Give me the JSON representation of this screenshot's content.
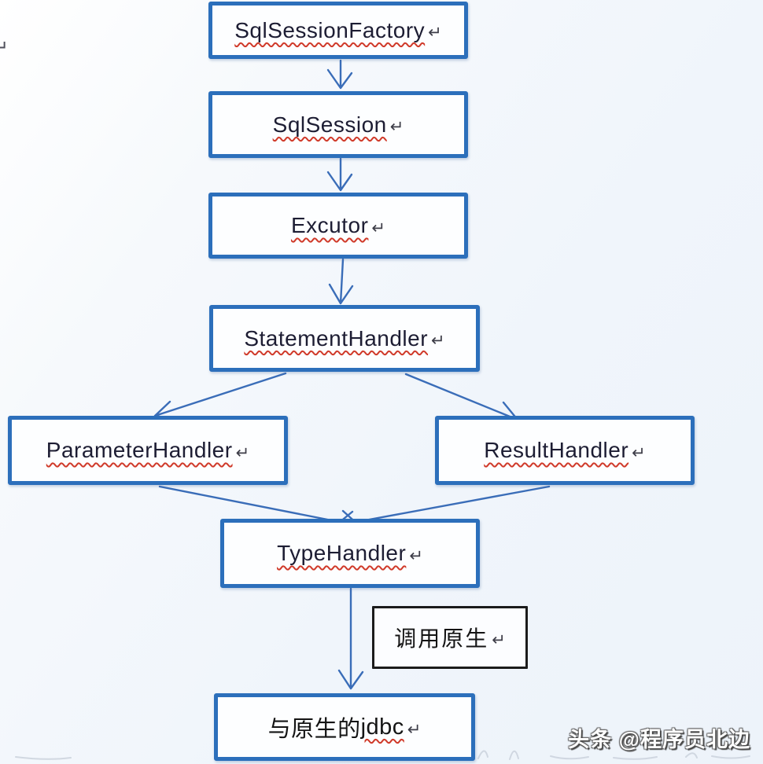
{
  "diagram": {
    "title_implicit": "MyBatis core flow",
    "return_mark": "↵",
    "nodes": {
      "sqlsessionfactory": {
        "label": "SqlSessionFactory"
      },
      "sqlsession": {
        "label": "SqlSession"
      },
      "excutor": {
        "label": "Excutor"
      },
      "statementhandler": {
        "label": "StatementHandler"
      },
      "parameterhandler": {
        "label": "ParameterHandler"
      },
      "resulthandler": {
        "label": "ResultHandler"
      },
      "typehandler": {
        "label": "TypeHandler"
      },
      "call_native": {
        "label": "调用原生"
      },
      "native_jdbc": {
        "label_prefix": "与原生的 ",
        "label": "jdbc"
      }
    },
    "edges": [
      "SqlSessionFactory→SqlSession",
      "SqlSession→Excutor",
      "Excutor→StatementHandler",
      "StatementHandler→ParameterHandler",
      "StatementHandler→ResultHandler",
      "ParameterHandler→TypeHandler",
      "ResultHandler→TypeHandler",
      "TypeHandler→与原生的 jdbc"
    ]
  },
  "watermark": {
    "text": "头条 @程序员北边"
  },
  "colors": {
    "node_border_blue": "#2c6fbb",
    "node_border_black": "#1b1b1b",
    "arrow_blue": "#3a6db8",
    "misspell_underline": "#d03a2a",
    "background": "#f0f5fb",
    "watermark_text": "#ffffff",
    "watermark_shadow": "#474747"
  }
}
